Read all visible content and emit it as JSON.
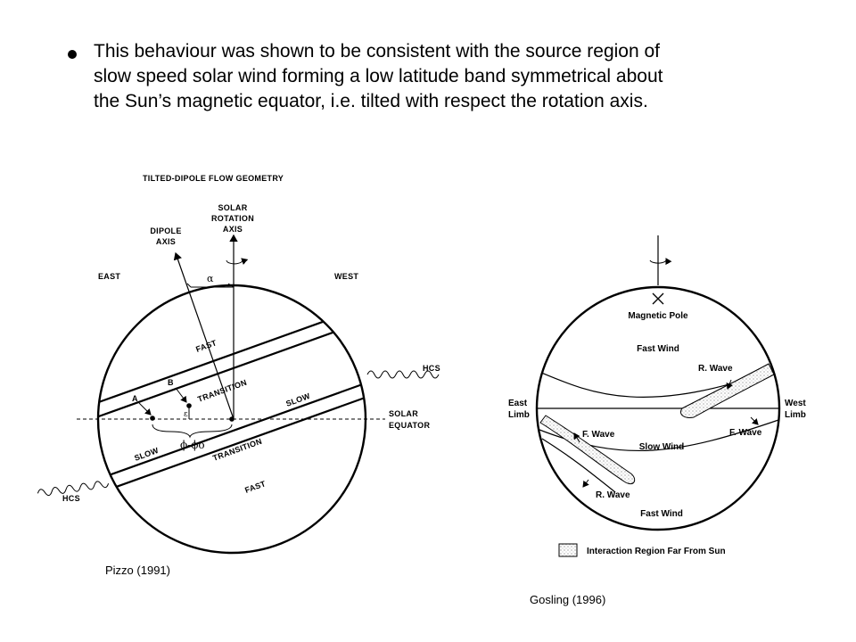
{
  "slide": {
    "bullet_lines": [
      "This behaviour was shown to be consistent with the source region of",
      "slow speed solar wind forming a low latitude band symmetrical about",
      "the Sun’s magnetic equator, i.e. tilted with respect the rotation axis."
    ]
  },
  "left_figure": {
    "title": "TILTED-DIPOLE FLOW GEOMETRY",
    "solar_rotation_axis": [
      "SOLAR",
      "ROTATION",
      "AXIS"
    ],
    "dipole_axis": [
      "DIPOLE",
      "AXIS"
    ],
    "alpha": "α",
    "east": "EAST",
    "west": "WEST",
    "fast_top": "FAST",
    "fast_bottom": "FAST",
    "slow_right": "SLOW",
    "slow_left": "SLOW",
    "transition_upper": "TRANSITION",
    "transition_lower": "TRANSITION",
    "point_a": "A",
    "point_b": "B",
    "epsilon": "ε",
    "phi": "ϕ-ϕo",
    "hcs_right": "HCS",
    "hcs_left": "HCS",
    "solar_equator": [
      "SOLAR",
      "EQUATOR"
    ],
    "caption": "Pizzo (1991)"
  },
  "right_figure": {
    "magnetic_pole": "Magnetic Pole",
    "fast_wind_top": "Fast Wind",
    "fast_wind_bottom": "Fast Wind",
    "slow_wind": "Slow Wind",
    "east_limb": [
      "East",
      "Limb"
    ],
    "west_limb": [
      "West",
      "Limb"
    ],
    "r_wave_upper": "R. Wave",
    "f_wave_right": "F. Wave",
    "f_wave_left": "F. Wave",
    "r_wave_lower": "R. Wave",
    "legend": "Interaction Region Far From Sun",
    "caption": "Gosling (1996)"
  }
}
